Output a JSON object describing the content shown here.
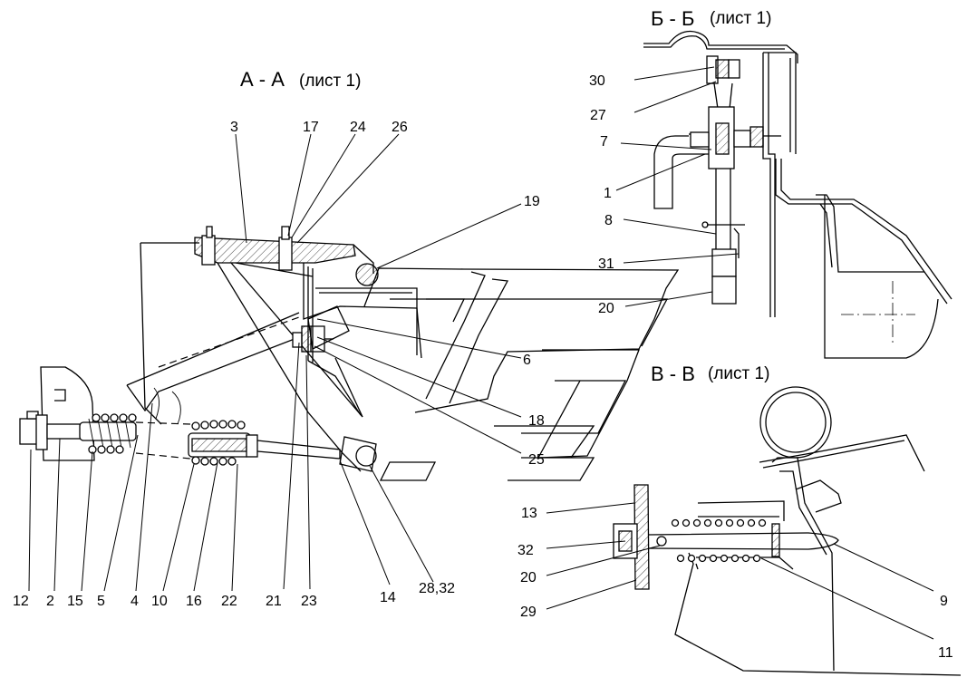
{
  "views": {
    "aa": "А - А",
    "bb": "Б - Б",
    "vv": "В - В",
    "sheet": "(лист 1)"
  },
  "callouts": {
    "n1": "1",
    "n2": "2",
    "n3": "3",
    "n4": "4",
    "n5": "5",
    "n6": "6",
    "n7": "7",
    "n8": "8",
    "n9": "9",
    "n10": "10",
    "n11": "11",
    "n12": "12",
    "n13": "13",
    "n14": "14",
    "n15": "15",
    "n16": "16",
    "n17": "17",
    "n18": "18",
    "n19": "19",
    "n20a": "20",
    "n20b": "20",
    "n21": "21",
    "n22": "22",
    "n23": "23",
    "n24": "24",
    "n25": "25",
    "n26": "26",
    "n27": "27",
    "n28": "28,32",
    "n29": "29",
    "n30": "30",
    "n31": "31",
    "n32": "32"
  }
}
